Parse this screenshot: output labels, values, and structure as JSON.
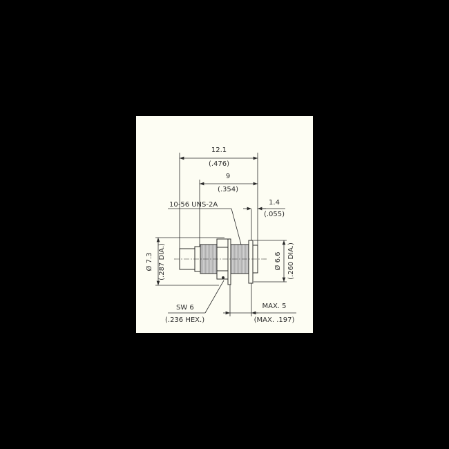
{
  "drawing": {
    "background": "#fdfdf3",
    "line_color": "#2a2a2a",
    "thread_fill": "#c9c9c9",
    "dimensions": {
      "overall_length": {
        "mm": "12.1",
        "inch": "(.476)"
      },
      "thread_length": {
        "mm": "9",
        "inch": "(.354)"
      },
      "flange_thickness": {
        "mm": "1.4",
        "inch": "(.055)"
      },
      "body_diameter": {
        "mm": "Ø 7.3",
        "inch": "(.287 DIA.)"
      },
      "flange_diameter": {
        "mm": "Ø 6.6",
        "inch": "(.260 DIA.)"
      },
      "hex_nut": {
        "mm": "SW 6",
        "inch": "(.236 HEX.)"
      },
      "panel_thickness": {
        "mm": "MAX. 5",
        "inch": "(MAX. .197)"
      }
    },
    "thread_spec": "10-56 UNS-2A"
  }
}
